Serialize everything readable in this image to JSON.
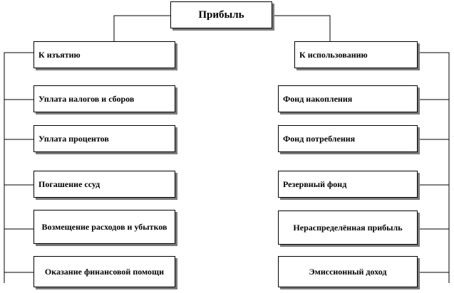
{
  "title": "Прибыль",
  "left_branch": {
    "header": "К изъятию",
    "items": [
      "Уплата налогов и сборов",
      "Уплата процентов",
      "Погашение  ссуд",
      "Возмещение расходов и убытков",
      "Оказание финансовой помощи"
    ]
  },
  "right_branch": {
    "header": "К использованию",
    "items": [
      "Фонд накопления",
      "Фонд потребления",
      "Резервный фонд",
      "Нераспределённая прибыль",
      "Эмиссионный  доход"
    ]
  }
}
